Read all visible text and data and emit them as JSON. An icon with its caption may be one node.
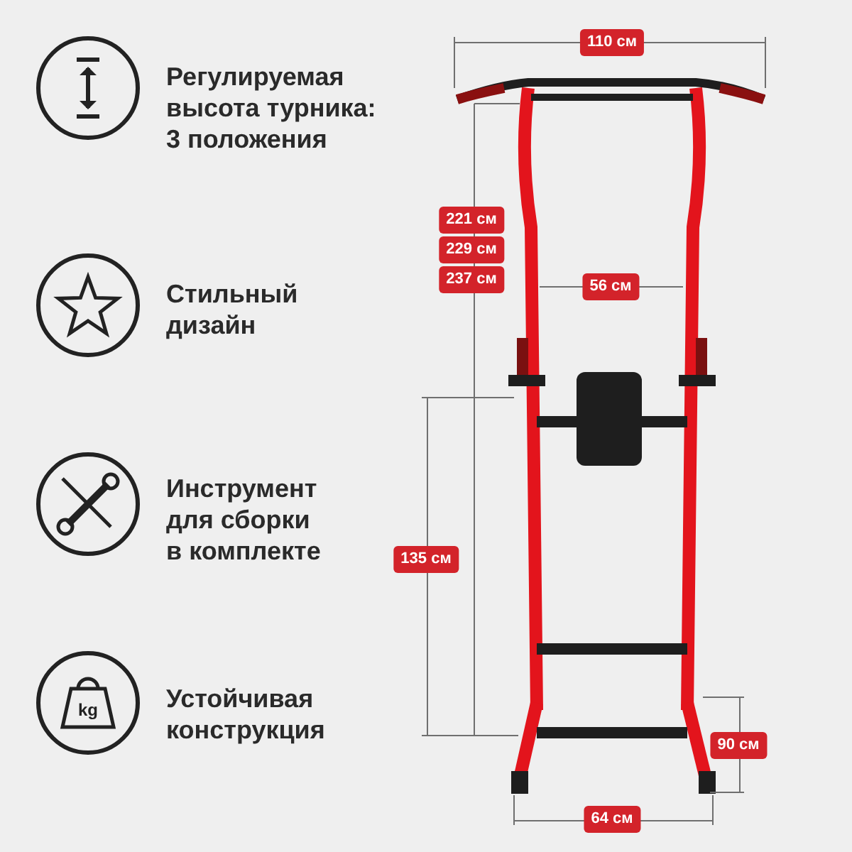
{
  "diagram": {
    "labels": [
      "Регулируемая высота турника: 3 положения",
      "Стильный дизайн",
      "Инструмент для сборки в комплекте",
      "kg",
      "Устойчивая конструкция",
      "110 см",
      "221 см",
      "229 см",
      "237 см",
      "56 см",
      "135 см",
      "90 см",
      "64 см"
    ]
  }
}
